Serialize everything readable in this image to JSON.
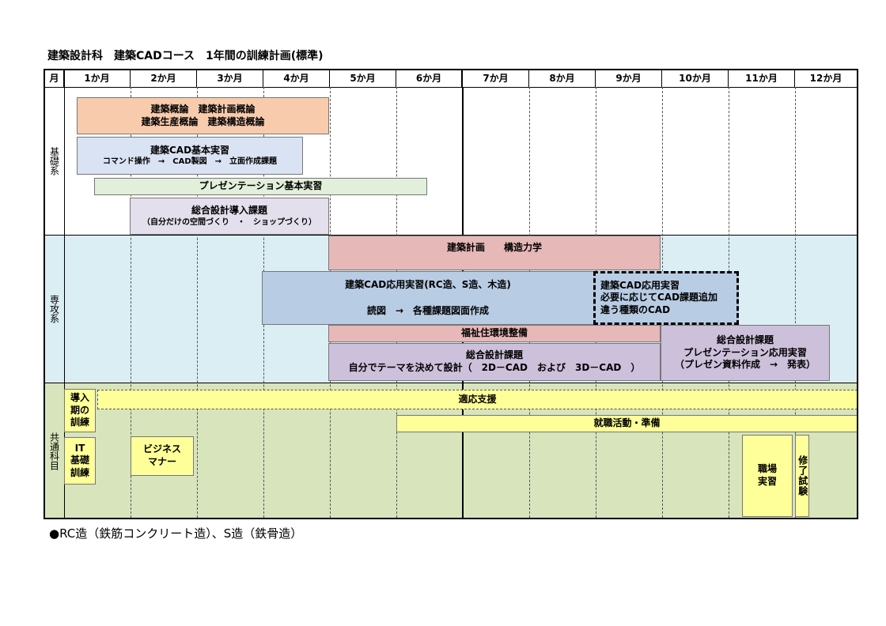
{
  "title": "建築設計科　建築CADコース　1年間の訓練計画(標準)",
  "header": {
    "corner": "月",
    "months": [
      "1か月",
      "2か月",
      "3か月",
      "4か月",
      "5か月",
      "6か月",
      "7か月",
      "8か月",
      "9か月",
      "10か月",
      "11か月",
      "12か月"
    ]
  },
  "categories": {
    "basic": "基礎系",
    "major": "専攻系",
    "common": "共通科目"
  },
  "colors": {
    "orange": "#f8cbad",
    "blue": "#dae3f3",
    "green": "#e2efda",
    "lavender": "#e4dfec",
    "pink": "#e6b8b7",
    "steel": "#b8cce4",
    "purple": "#ccc0da",
    "yellow": "#ffff99",
    "band_major": "#dbeef4",
    "band_common": "#d8e4bc"
  },
  "bars": {
    "b1": {
      "line1": "建築概論　建築計画概論",
      "line2": "建築生産概論　建築構造概論"
    },
    "b2": {
      "line1": "建築CAD基本実習",
      "line2": "コマンド操作　→　CAD製図　→　立面作成課題"
    },
    "b3": {
      "line1": "プレゼンテーション基本実習"
    },
    "b4": {
      "line1": "総合設計導入課題",
      "line2": "（自分だけの空間づくり　・　ショップづくり）"
    },
    "m1": {
      "line1": "建築計画　　構造力学"
    },
    "m2": {
      "line1": "建築CAD応用実習(RC造、S造、木造)",
      "line2": "読図　→　各種課題図面作成"
    },
    "m3": {
      "line1": "建築CAD応用実習",
      "line2": "必要に応じてCAD課題追加",
      "line3": "違う種類のCAD"
    },
    "m4": {
      "line1": "福祉住環境整備"
    },
    "m5": {
      "line1": "総合設計課題",
      "line2": "自分でテーマを決めて設計（　2D－CAD　および　3D－CAD　）"
    },
    "m6": {
      "line1": "総合設計課題",
      "line2": "プレゼンテーション応用実習",
      "line3": "（プレゼン資料作成　→　発表）"
    },
    "c1": {
      "line1": "導入",
      "line2": "期の",
      "line3": "訓練"
    },
    "c2": {
      "line1": "適応支援"
    },
    "c3": {
      "line1": "就職活動・準備"
    },
    "c4": {
      "line1": "IT",
      "line2": "基礎",
      "line3": "訓練"
    },
    "c5": {
      "line1": "ビジネス",
      "line2": "マナー"
    },
    "c6": {
      "line1": "職場",
      "line2": "実習"
    },
    "c7": {
      "line1": "修了試験"
    }
  },
  "footnote": "●RC造（鉄筋コンクリート造）、S造（鉄骨造）"
}
